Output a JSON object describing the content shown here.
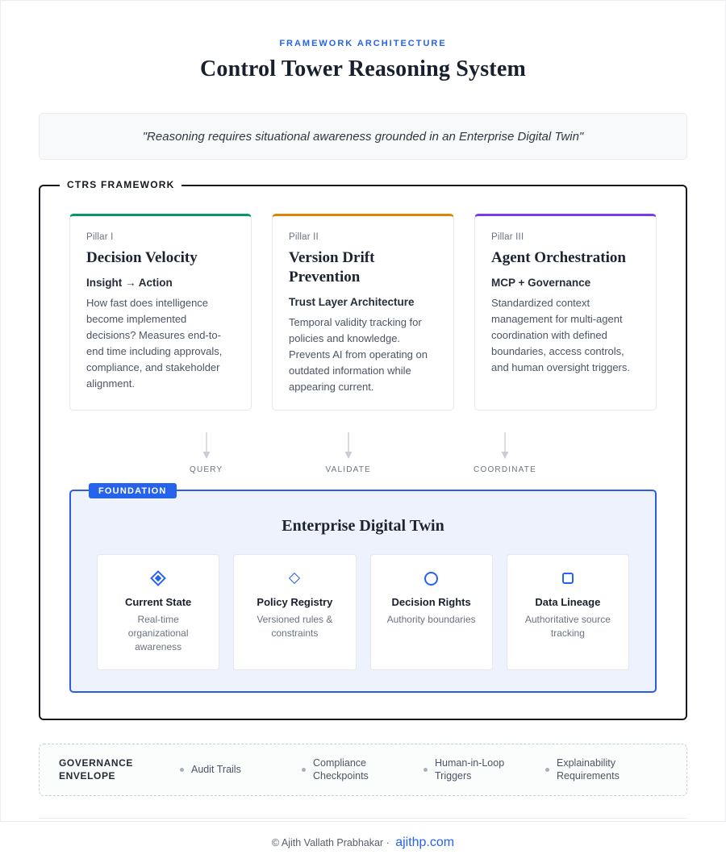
{
  "page": {
    "eyebrow": "FRAMEWORK ARCHITECTURE",
    "title": "Control Tower Reasoning System",
    "quote": "\"Reasoning requires situational awareness grounded in an Enterprise Digital Twin\""
  },
  "framework": {
    "label": "CTRS FRAMEWORK",
    "pillars": [
      {
        "kicker": "Pillar I",
        "title": "Decision Velocity",
        "subtitle": "Insight → Action",
        "body": "How fast does intelligence become implemented decisions? Measures end-to-end time including approvals, compliance, and stakeholder alignment.",
        "accent": "#059669"
      },
      {
        "kicker": "Pillar II",
        "title": "Version Drift Prevention",
        "subtitle": "Trust Layer Architecture",
        "body": "Temporal validity tracking for policies and knowledge. Prevents AI from operating on outdated information while appearing current.",
        "accent": "#dd8306"
      },
      {
        "kicker": "Pillar III",
        "title": "Agent Orchestration",
        "subtitle": "MCP + Governance",
        "body": "Standardized context management for multi-agent coordination with defined boundaries, access controls, and human oversight triggers.",
        "accent": "#7c3aed"
      }
    ],
    "flows": [
      {
        "label": "QUERY"
      },
      {
        "label": "VALIDATE"
      },
      {
        "label": "COORDINATE"
      }
    ],
    "foundation": {
      "badge": "FOUNDATION",
      "title": "Enterprise Digital Twin",
      "accent": "#2563eb",
      "cards": [
        {
          "icon": "diamond-filled-icon",
          "title": "Current State",
          "subtitle": "Real-time organizational awareness"
        },
        {
          "icon": "diamond-outline-icon",
          "title": "Policy Registry",
          "subtitle": "Versioned rules & constraints"
        },
        {
          "icon": "circle-outline-icon",
          "title": "Decision Rights",
          "subtitle": "Authority boundaries"
        },
        {
          "icon": "square-outline-icon",
          "title": "Data Lineage",
          "subtitle": "Authoritative source tracking"
        }
      ]
    }
  },
  "governance": {
    "label": "GOVERNANCE ENVELOPE",
    "items": [
      {
        "label": "Audit Trails"
      },
      {
        "label": "Compliance Checkpoints"
      },
      {
        "label": "Human-in-Loop Triggers"
      },
      {
        "label": "Explainability Requirements"
      }
    ]
  },
  "footer": {
    "copyright": "© Ajith Vallath Prabhakar ·",
    "link": "ajithp.com"
  },
  "colors": {
    "accent_blue": "#2563eb",
    "pillar_green": "#059669",
    "pillar_orange": "#dd8306",
    "pillar_purple": "#7c3aed",
    "arrow_gray": "#c9ced6"
  }
}
